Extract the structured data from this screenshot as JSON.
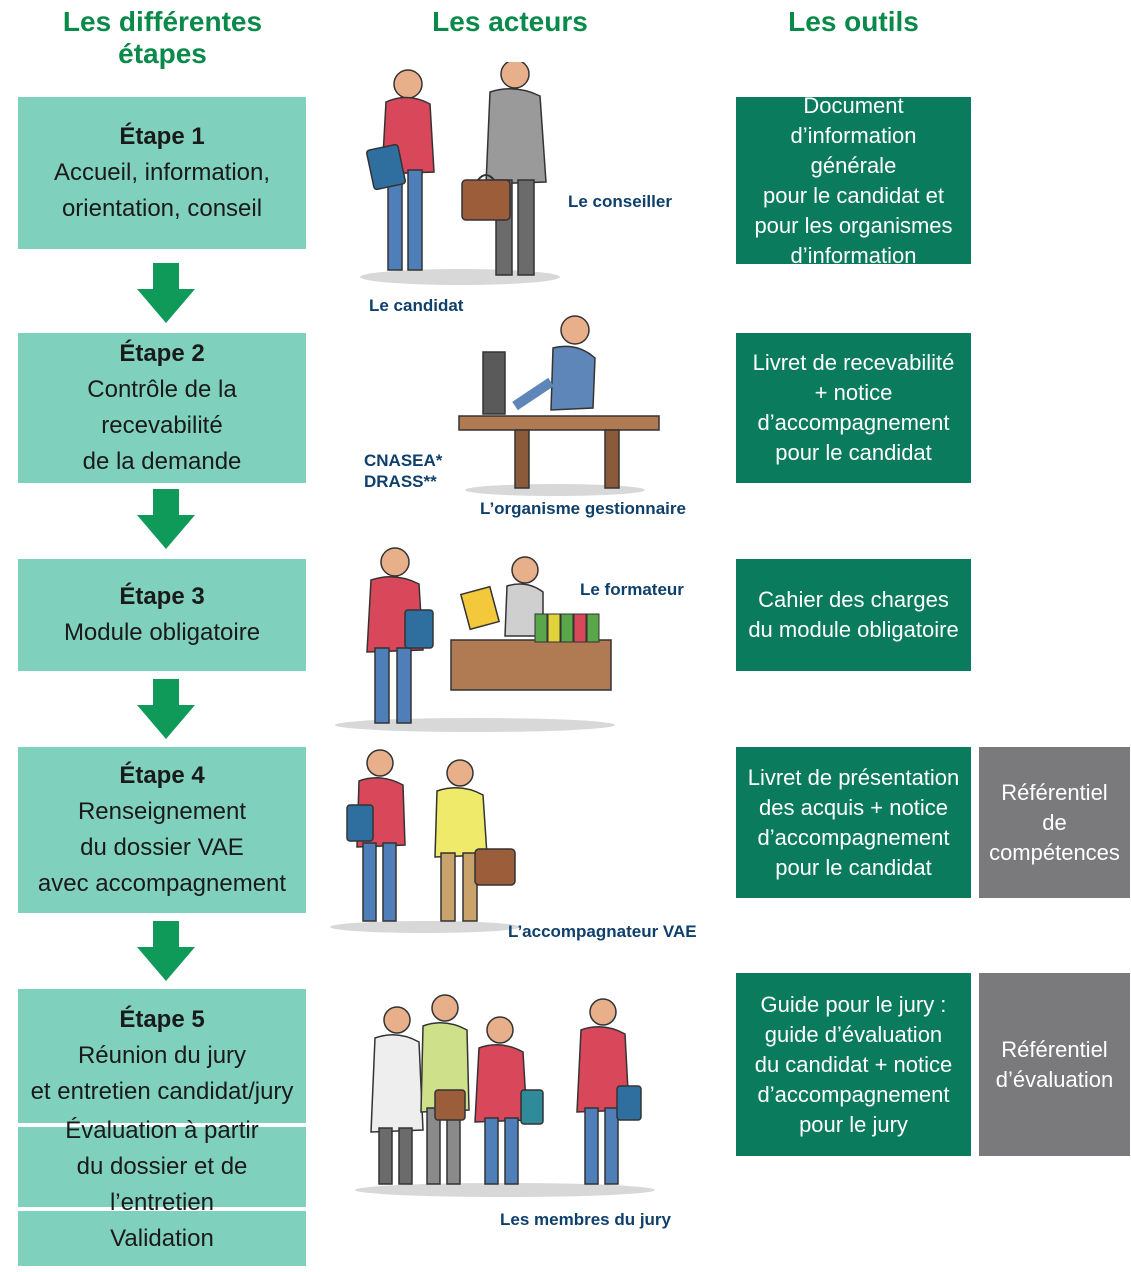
{
  "headers": {
    "steps": "Les différentes\nétapes",
    "actors": "Les acteurs",
    "tools": "Les outils"
  },
  "colors": {
    "header_green": "#0a8a4a",
    "step_mint": "#7fd1bd",
    "arrow_green": "#0f9a5a",
    "tool_green": "#0a7b5c",
    "ref_gray": "#7a7a7d",
    "actor_label_blue": "#0f3f6b"
  },
  "steps": [
    {
      "title": "Étape 1",
      "text": "Accueil, information,\norientation, conseil"
    },
    {
      "title": "Étape 2",
      "text": "Contrôle de la recevabilité\nde la demande"
    },
    {
      "title": "Étape 3",
      "text": "Module obligatoire"
    },
    {
      "title": "Étape 4",
      "text": "Renseignement\ndu dossier VAE\navec accompagnement"
    },
    {
      "title": "Étape 5",
      "text": "Réunion du jury\net entretien candidat/jury",
      "sub1": "Évaluation à partir\ndu dossier et de l’entretien",
      "sub2": "Validation"
    }
  ],
  "actors": {
    "conseiller": "Le conseiller",
    "candidat": "Le candidat",
    "cnasea": "CNASEA*",
    "drass": "DRASS**",
    "organisme": "L’organisme gestionnaire",
    "formateur": "Le formateur",
    "accompagnateur": "L’accompagnateur VAE",
    "jury": "Les membres du jury"
  },
  "tools": [
    "Document\nd’information générale\npour le candidat et\npour les organismes\nd’information",
    "Livret de recevabilité\n+ notice\nd’accompagnement\npour le candidat",
    "Cahier des charges\ndu module obligatoire",
    "Livret de présentation\ndes acquis + notice\nd’accompagnement\npour le candidat",
    "Guide pour le jury :\nguide d’évaluation\ndu candidat + notice\nd’accompagnement\npour le jury"
  ],
  "references": [
    "Référentiel de\ncompétences",
    "Référentiel\nd’évaluation"
  ],
  "illustrations": [
    "candidat-and-conseiller-illustration",
    "organisme-gestionnaire-illustration",
    "formateur-illustration",
    "accompagnateur-illustration",
    "jury-members-illustration"
  ]
}
